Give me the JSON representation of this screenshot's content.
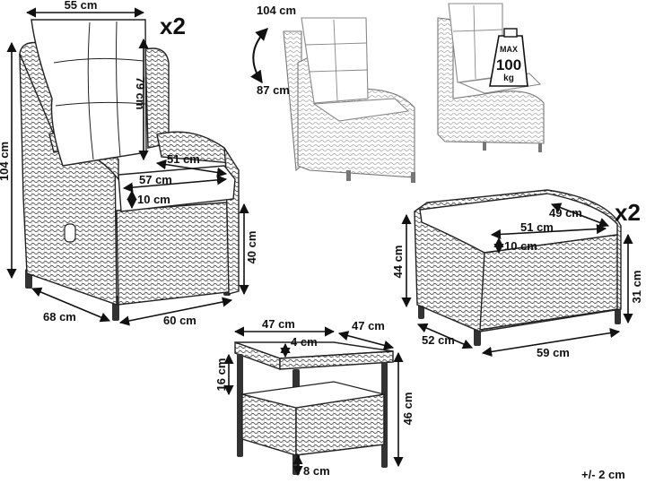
{
  "chair": {
    "quantity": "x2",
    "width_top": "55 cm",
    "height_total": "104 cm",
    "back_height": "79 cm",
    "armrest_width": "51 cm",
    "seat_width": "57 cm",
    "cushion_thickness": "10 cm",
    "seat_height": "40 cm",
    "depth": "68 cm",
    "width": "60 cm"
  },
  "recline": {
    "upright_height": "104 cm",
    "reclined_height": "87 cm"
  },
  "load": {
    "label_top": "MAX",
    "value": "100",
    "unit": "kg"
  },
  "ottoman": {
    "quantity": "x2",
    "cushion_depth": "49 cm",
    "cushion_width": "51 cm",
    "cushion_thickness": "10 cm",
    "height": "44 cm",
    "leg_height": "31 cm",
    "depth": "52 cm",
    "width": "59 cm"
  },
  "table": {
    "width": "47 cm",
    "depth": "47 cm",
    "top_thickness": "4 cm",
    "shelf_gap": "16 cm",
    "height": "46 cm",
    "leg_clearance": "8 cm"
  },
  "tolerance": "+/- 2 cm"
}
